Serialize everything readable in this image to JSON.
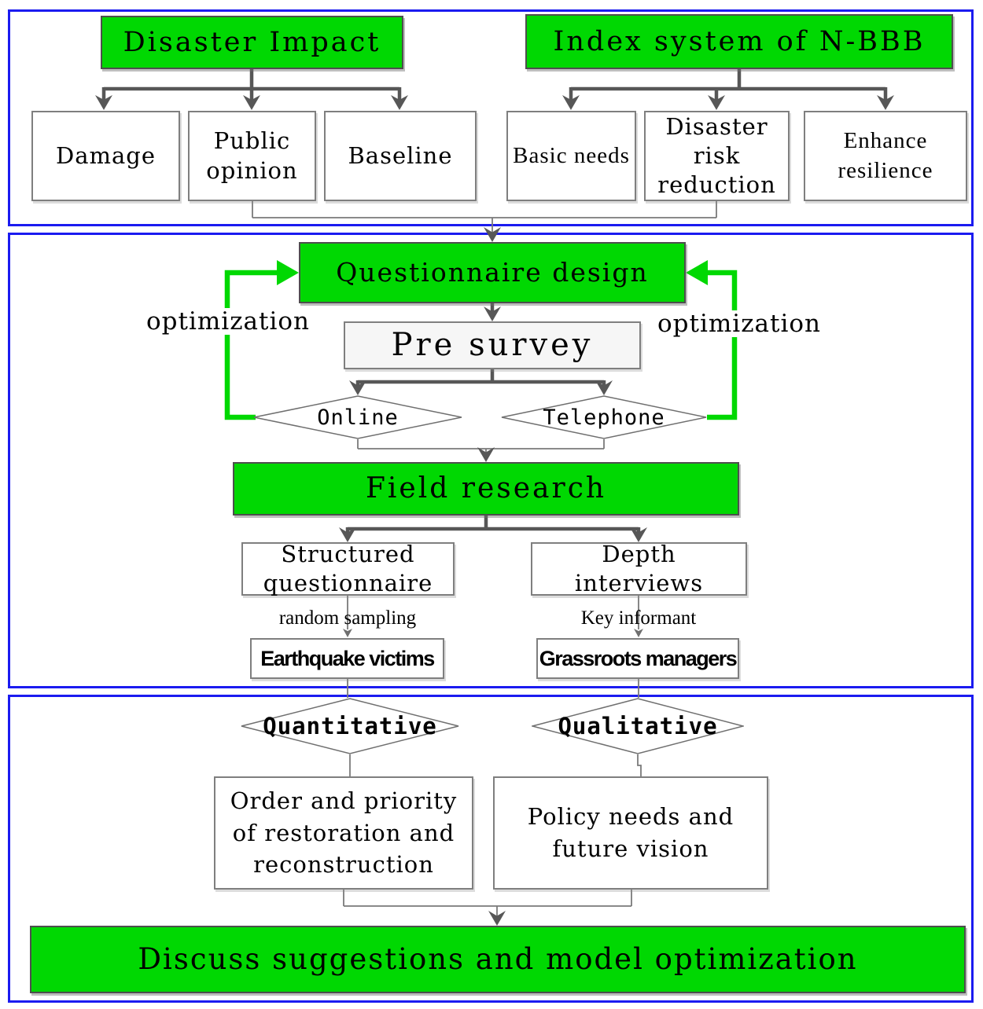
{
  "colors": {
    "accent_green": "#00d802",
    "frame_blue": "#1b1bf0",
    "arrow_dark": "#575757",
    "line_gray": "#7a7a7a"
  },
  "sections": {
    "framework": {
      "disaster_impact": {
        "title": "Disaster Impact",
        "children": [
          "Damage",
          "Public\nopinion",
          "Baseline"
        ]
      },
      "index_system": {
        "title": "Index system of N-BBB",
        "children": [
          "Basic needs",
          "Disaster\nrisk\nreduction",
          "Enhance\nresilience"
        ]
      }
    },
    "survey": {
      "questionnaire_design": "Questionnaire design",
      "pre_survey": "Pre survey",
      "modes": [
        "Online",
        "Telephone"
      ],
      "optimization_left": "optimization",
      "optimization_right": "optimization",
      "field_research": "Field research",
      "branches": [
        {
          "method": "Structured\nquestionnaire",
          "sampling": "random sampling",
          "target": "Earthquake victims"
        },
        {
          "method": "Depth\ninterviews",
          "sampling": "Key informant",
          "target": "Grassroots managers"
        }
      ]
    },
    "analysis": {
      "quantitative": "Quantitative",
      "qualitative": "Qualitative",
      "quantitative_outcome": "Order and priority\nof restoration and\nreconstruction",
      "qualitative_outcome": "Policy needs and\nfuture vision",
      "conclusion": "Discuss suggestions and model optimization"
    }
  }
}
